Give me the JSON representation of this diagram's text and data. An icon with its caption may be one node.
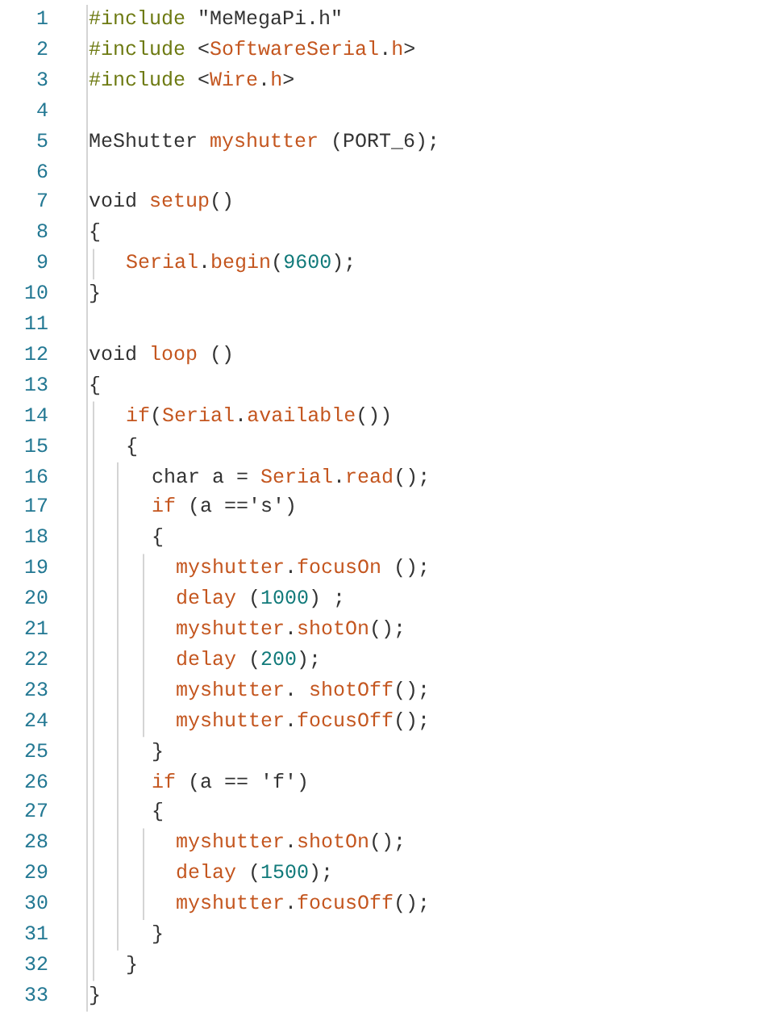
{
  "diagram": {
    "labels": [
      "1",
      "#include \"MeMegaPi.h\"",
      "2",
      "#include <SoftwareSerial.h>",
      "3",
      "#include <Wire.h>",
      "4",
      "5",
      "MeShutter myshutter (PORT_6);",
      "6",
      "7",
      "void setup()",
      "8",
      "{",
      "9",
      "Serial.begin(9600);",
      "10",
      "}",
      "11",
      "12",
      "void loop ()",
      "13",
      "{",
      "14",
      "if(Serial.available())",
      "15",
      "{",
      "16",
      "char a = Serial.read();",
      "17",
      "if (a =='s')",
      "18",
      "{",
      "19",
      "myshutter.focusOn ();",
      "20",
      "delay (1000) ;",
      "21",
      "myshutter.shotOn();",
      "22",
      "delay (200);",
      "23",
      "myshutter. shotOff();",
      "24",
      "myshutter.focusOff();",
      "25",
      "}",
      "26",
      "if (a == 'f')",
      "27",
      "{",
      "28",
      "myshutter.shotOn();",
      "29",
      "delay (1500);",
      "30",
      "myshutter.focusOff();",
      "31",
      "}",
      "32",
      "}",
      "33",
      "}"
    ]
  }
}
